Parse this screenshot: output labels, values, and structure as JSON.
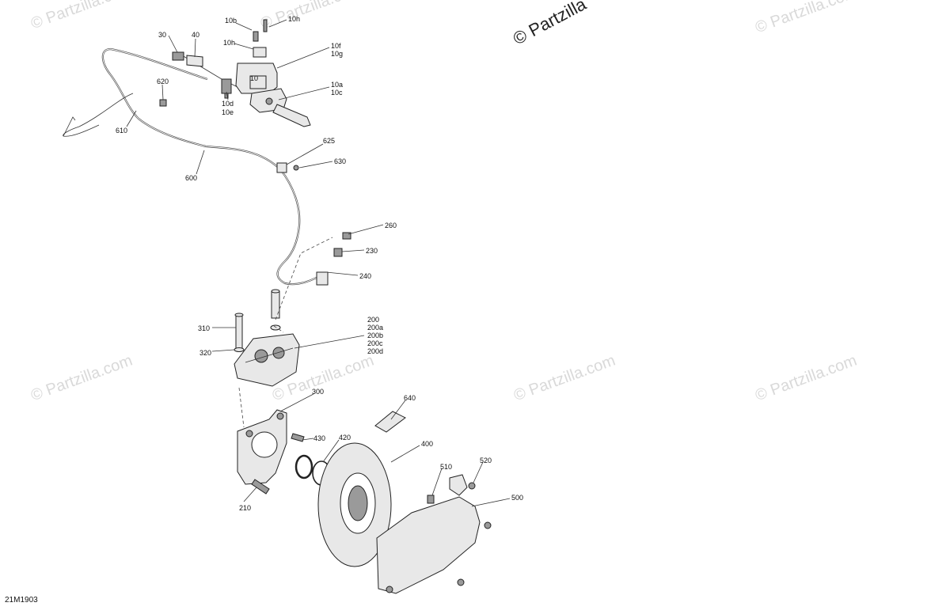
{
  "watermarks": {
    "small": "© Partzilla.com",
    "top_right": "© Partzilla"
  },
  "diagram_code": "21M1903",
  "callouts": {
    "c10b": "10b",
    "c10h_a": "10h",
    "c10h_b": "10h",
    "c30": "30",
    "c40": "40",
    "c10f": "10f",
    "c10g": "10g",
    "c10": "10",
    "c620": "620",
    "c10a": "10a",
    "c10c_a": "10c",
    "c10d": "10d",
    "c10e": "10e",
    "c610": "610",
    "c625": "625",
    "c630": "630",
    "c600": "600",
    "c260": "260",
    "c230": "230",
    "c240": "240",
    "c310": "310",
    "c200": "200",
    "c200a": "200a",
    "c200b": "200b",
    "c200c": "200c",
    "c200d": "200d",
    "c320": "320",
    "c300": "300",
    "c640": "640",
    "c430": "430",
    "c420": "420",
    "c400": "400",
    "c510": "510",
    "c520": "520",
    "c500": "500",
    "c210": "210"
  }
}
